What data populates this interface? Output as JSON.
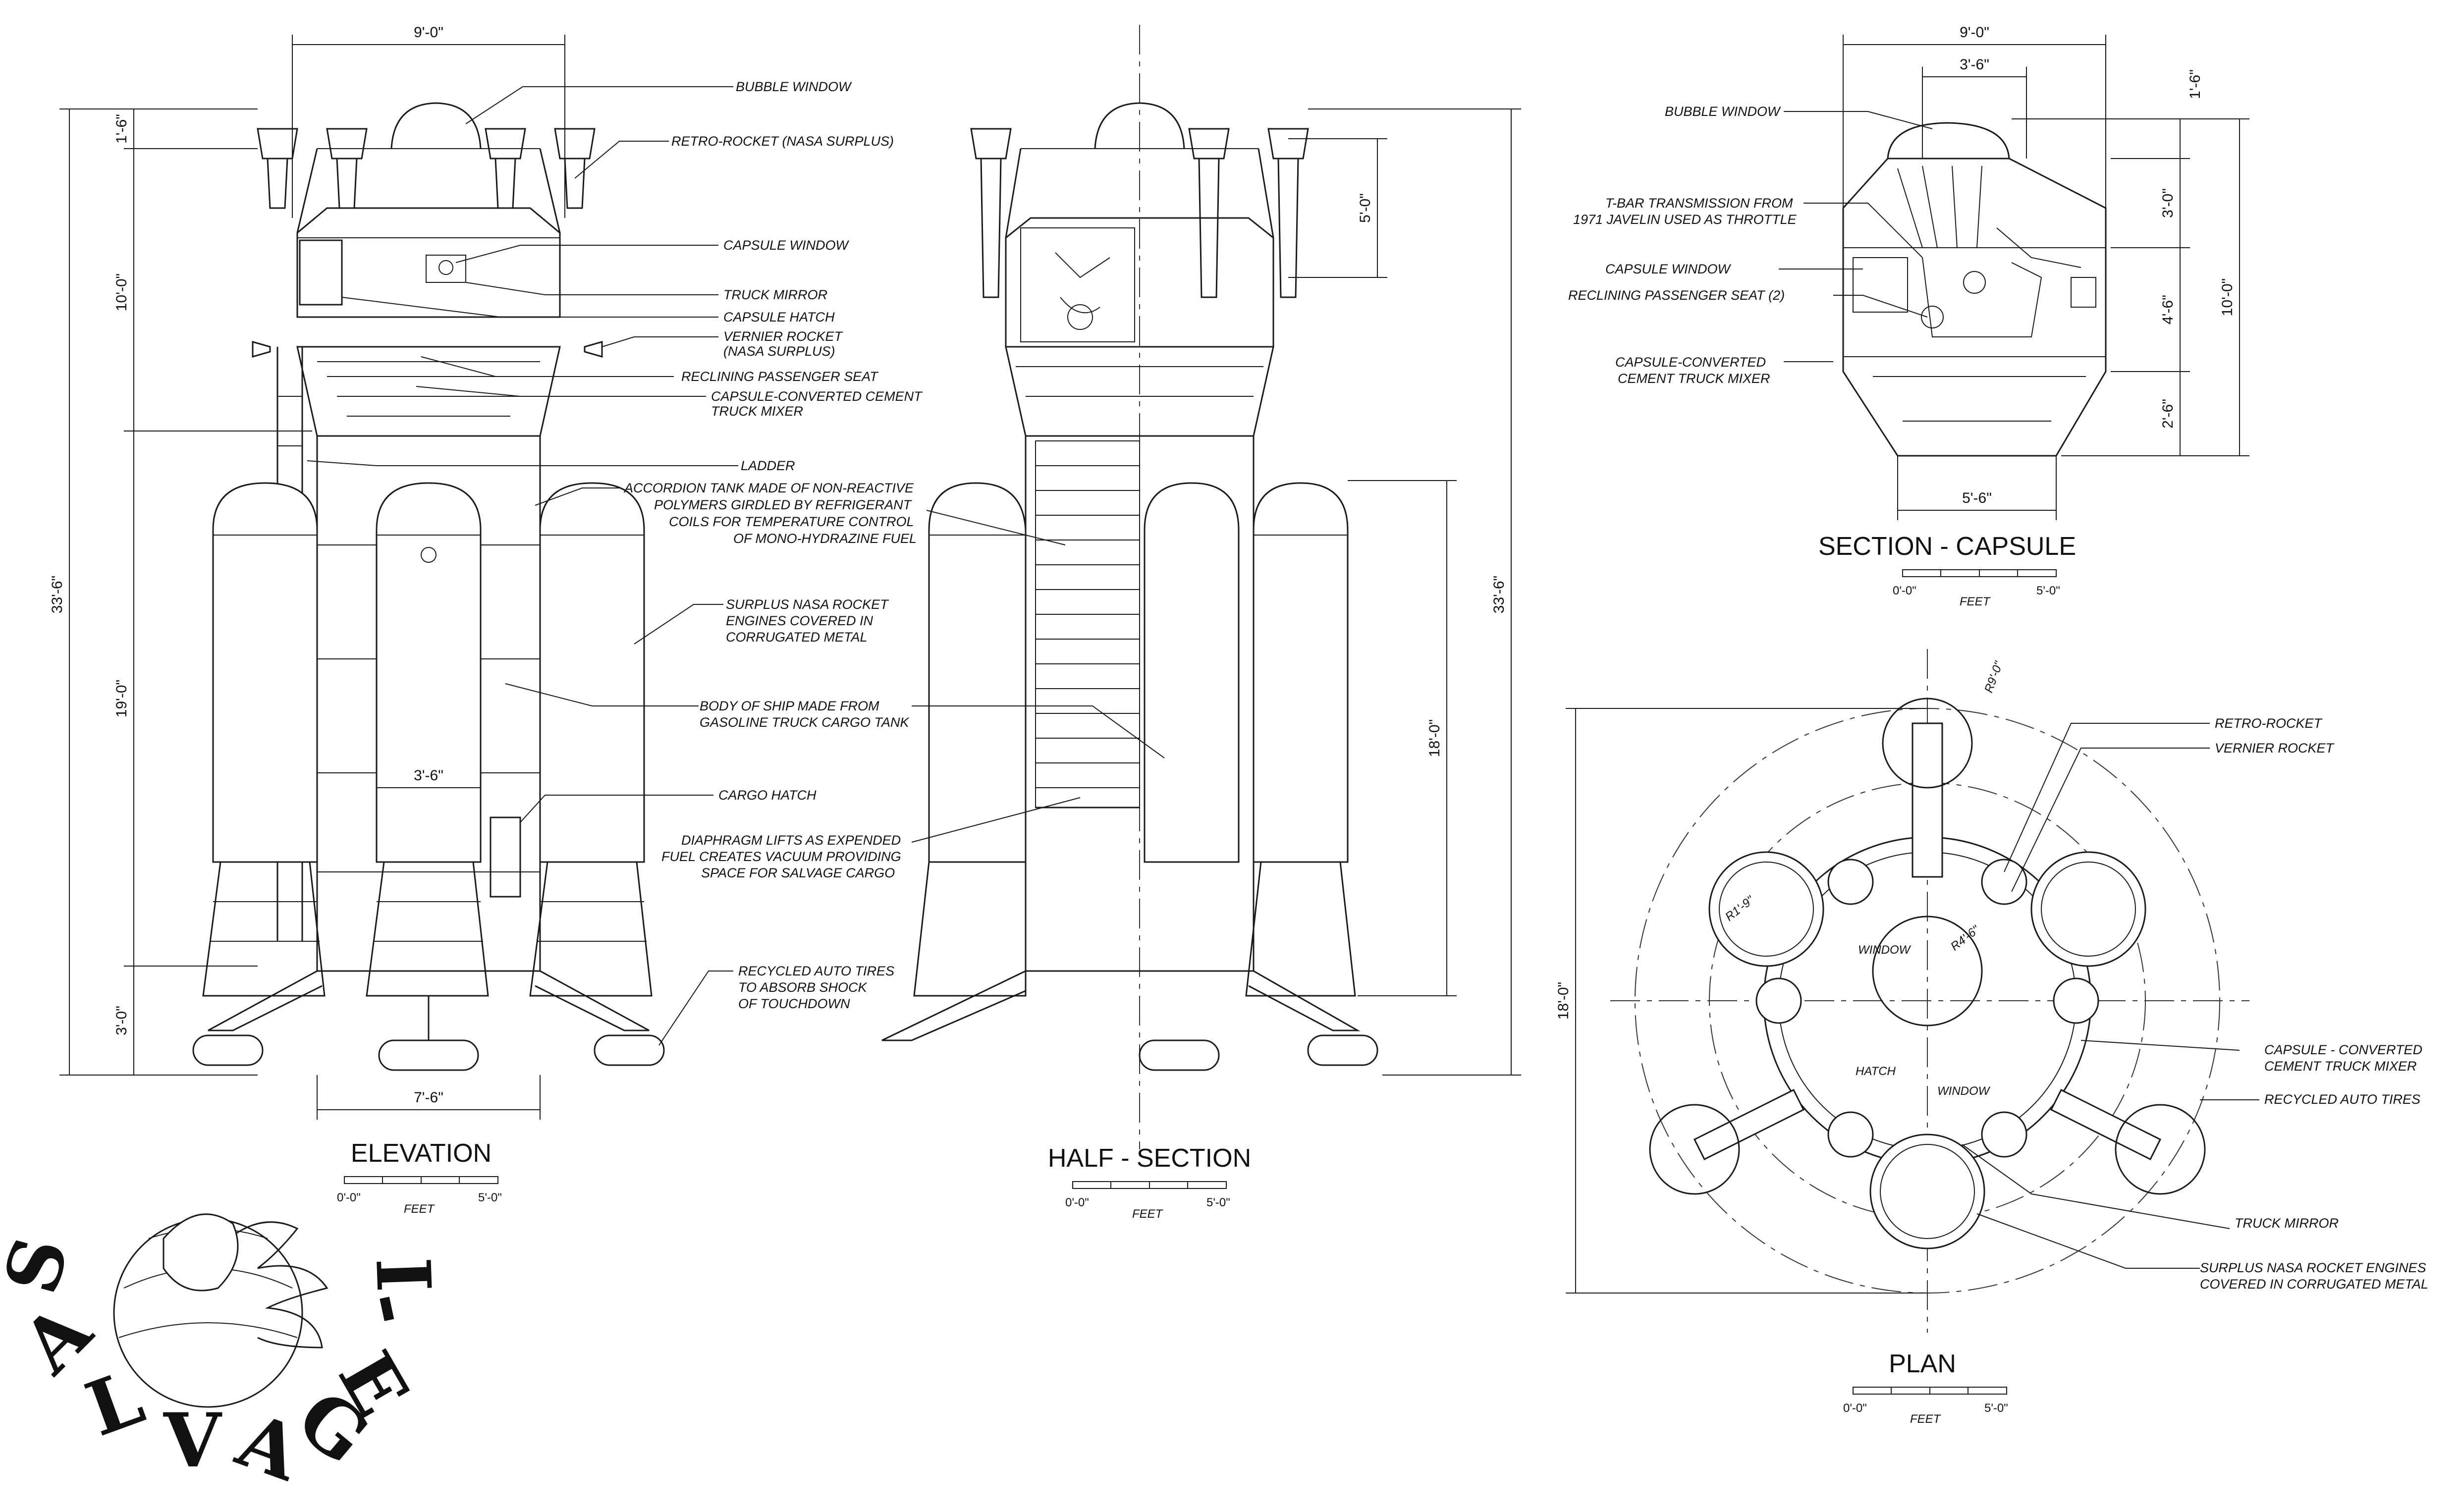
{
  "views": {
    "elevation": {
      "title": "ELEVATION",
      "dims": {
        "top_width": "9'-0\"",
        "overall_height": "33'-6\"",
        "top_ext": "1'-6\"",
        "capsule": "10'-0\"",
        "body": "19'-0\"",
        "legs": "3'-0\"",
        "engine_width": "3'-6\"",
        "leg_span": "7'-6\""
      }
    },
    "half_section": {
      "title": "HALF - SECTION",
      "dims": {
        "capsule_top": "5'-0\"",
        "tank_height": "18'-0\"",
        "overall_height": "33'-6\""
      }
    },
    "section_capsule": {
      "title": "SECTION - CAPSULE",
      "dims": {
        "top_width": "9'-0\"",
        "window_width": "3'-6\"",
        "bubble": "1'-6\"",
        "upper": "3'-0\"",
        "mid": "4'-6\"",
        "lower": "2'-6\"",
        "overall": "10'-0\"",
        "base_width": "5'-6\""
      },
      "labels": [
        "BUBBLE WINDOW",
        "T-BAR TRANSMISSION FROM",
        "1971 JAVELIN USED AS THROTTLE",
        "CAPSULE WINDOW",
        "RECLINING PASSENGER SEAT (2)",
        "CAPSULE-CONVERTED",
        "CEMENT TRUCK MIXER"
      ]
    },
    "plan": {
      "title": "PLAN",
      "dims": {
        "outer_radius": "R9'-0\"",
        "overall": "18'-0\"",
        "engine_radius": "R1'-9\"",
        "capsule_radius": "R4'-6\""
      },
      "inner_labels": {
        "window_top": "WINDOW",
        "hatch": "HATCH",
        "window_bottom": "WINDOW"
      },
      "labels": [
        "RETRO-ROCKET",
        "VERNIER ROCKET",
        "CAPSULE - CONVERTED",
        "CEMENT TRUCK MIXER",
        "RECYCLED AUTO TIRES",
        "TRUCK MIRROR",
        "SURPLUS NASA ROCKET ENGINES",
        "COVERED IN CORRUGATED METAL"
      ]
    }
  },
  "callouts": {
    "bubble_window": "BUBBLE WINDOW",
    "retro_rocket": "RETRO-ROCKET (NASA SURPLUS)",
    "capsule_window": "CAPSULE WINDOW",
    "truck_mirror": "TRUCK MIRROR",
    "capsule_hatch": "CAPSULE HATCH",
    "vernier_1": "VERNIER ROCKET",
    "vernier_2": "(NASA SURPLUS)",
    "reclining_seat": "RECLINING PASSENGER SEAT",
    "mixer_1": "CAPSULE-CONVERTED CEMENT",
    "mixer_2": "TRUCK MIXER",
    "ladder": "LADDER",
    "accordion_1": "ACCORDION TANK MADE OF NON-REACTIVE",
    "accordion_2": "POLYMERS GIRDLED BY REFRIGERANT",
    "accordion_3": "COILS FOR  TEMPERATURE CONTROL",
    "accordion_4": "OF MONO-HYDRAZINE FUEL",
    "engines_1": "SURPLUS NASA ROCKET",
    "engines_2": "ENGINES COVERED IN",
    "engines_3": "CORRUGATED METAL",
    "body_1": "BODY OF SHIP MADE FROM",
    "body_2": "GASOLINE TRUCK CARGO TANK",
    "cargo_hatch": "CARGO HATCH",
    "diaphragm_1": "DIAPHRAGM LIFTS AS EXPENDED",
    "diaphragm_2": "FUEL CREATES VACUUM PROVIDING",
    "diaphragm_3": "SPACE FOR SALVAGE CARGO",
    "tires_1": "RECYCLED AUTO TIRES",
    "tires_2": "TO ABSORB SHOCK",
    "tires_3": "OF TOUCHDOWN"
  },
  "scale_bar": {
    "left": "0'-0\"",
    "right": "5'-0\"",
    "unit": "FEET"
  },
  "logo": {
    "text": "SALVAGE-I"
  }
}
